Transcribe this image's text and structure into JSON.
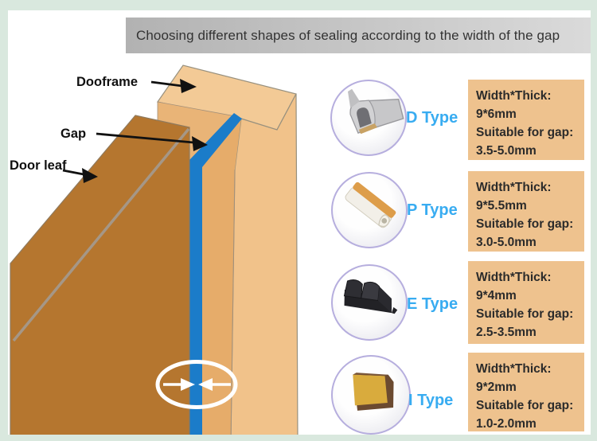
{
  "title": "Choosing different shapes of sealing according to the width of the gap",
  "diagram": {
    "doorframe_label": "Dooframe",
    "gap_label": "Gap",
    "door_leaf_label": "Door leaf"
  },
  "seal_types": [
    {
      "name": "D Type",
      "spec_line1": "Width*Thick:",
      "spec_line2": "9*6mm",
      "spec_line3": "Suitable for gap:",
      "spec_line4": "3.5-5.0mm"
    },
    {
      "name": "P Type",
      "spec_line1": "Width*Thick:",
      "spec_line2": "9*5.5mm",
      "spec_line3": "Suitable for gap:",
      "spec_line4": "3.0-5.0mm"
    },
    {
      "name": "E Type",
      "spec_line1": "Width*Thick:",
      "spec_line2": "9*4mm",
      "spec_line3": "Suitable for gap:",
      "spec_line4": "2.5-3.5mm"
    },
    {
      "name": "I Type",
      "spec_line1": "Width*Thick:",
      "spec_line2": "9*2mm",
      "spec_line3": "Suitable for gap:",
      "spec_line4": "1.0-2.0mm"
    }
  ],
  "colors": {
    "seal_strip_blue": "#1b7cc9",
    "type_label_blue": "#38acf1",
    "spec_box_tan": "#eec28e",
    "door_leaf_wood": "#b5762f",
    "doorframe_wood": "#f1c28a",
    "page_border_green": "#d9e8de",
    "title_bar_gray": "#c6c6c6"
  }
}
